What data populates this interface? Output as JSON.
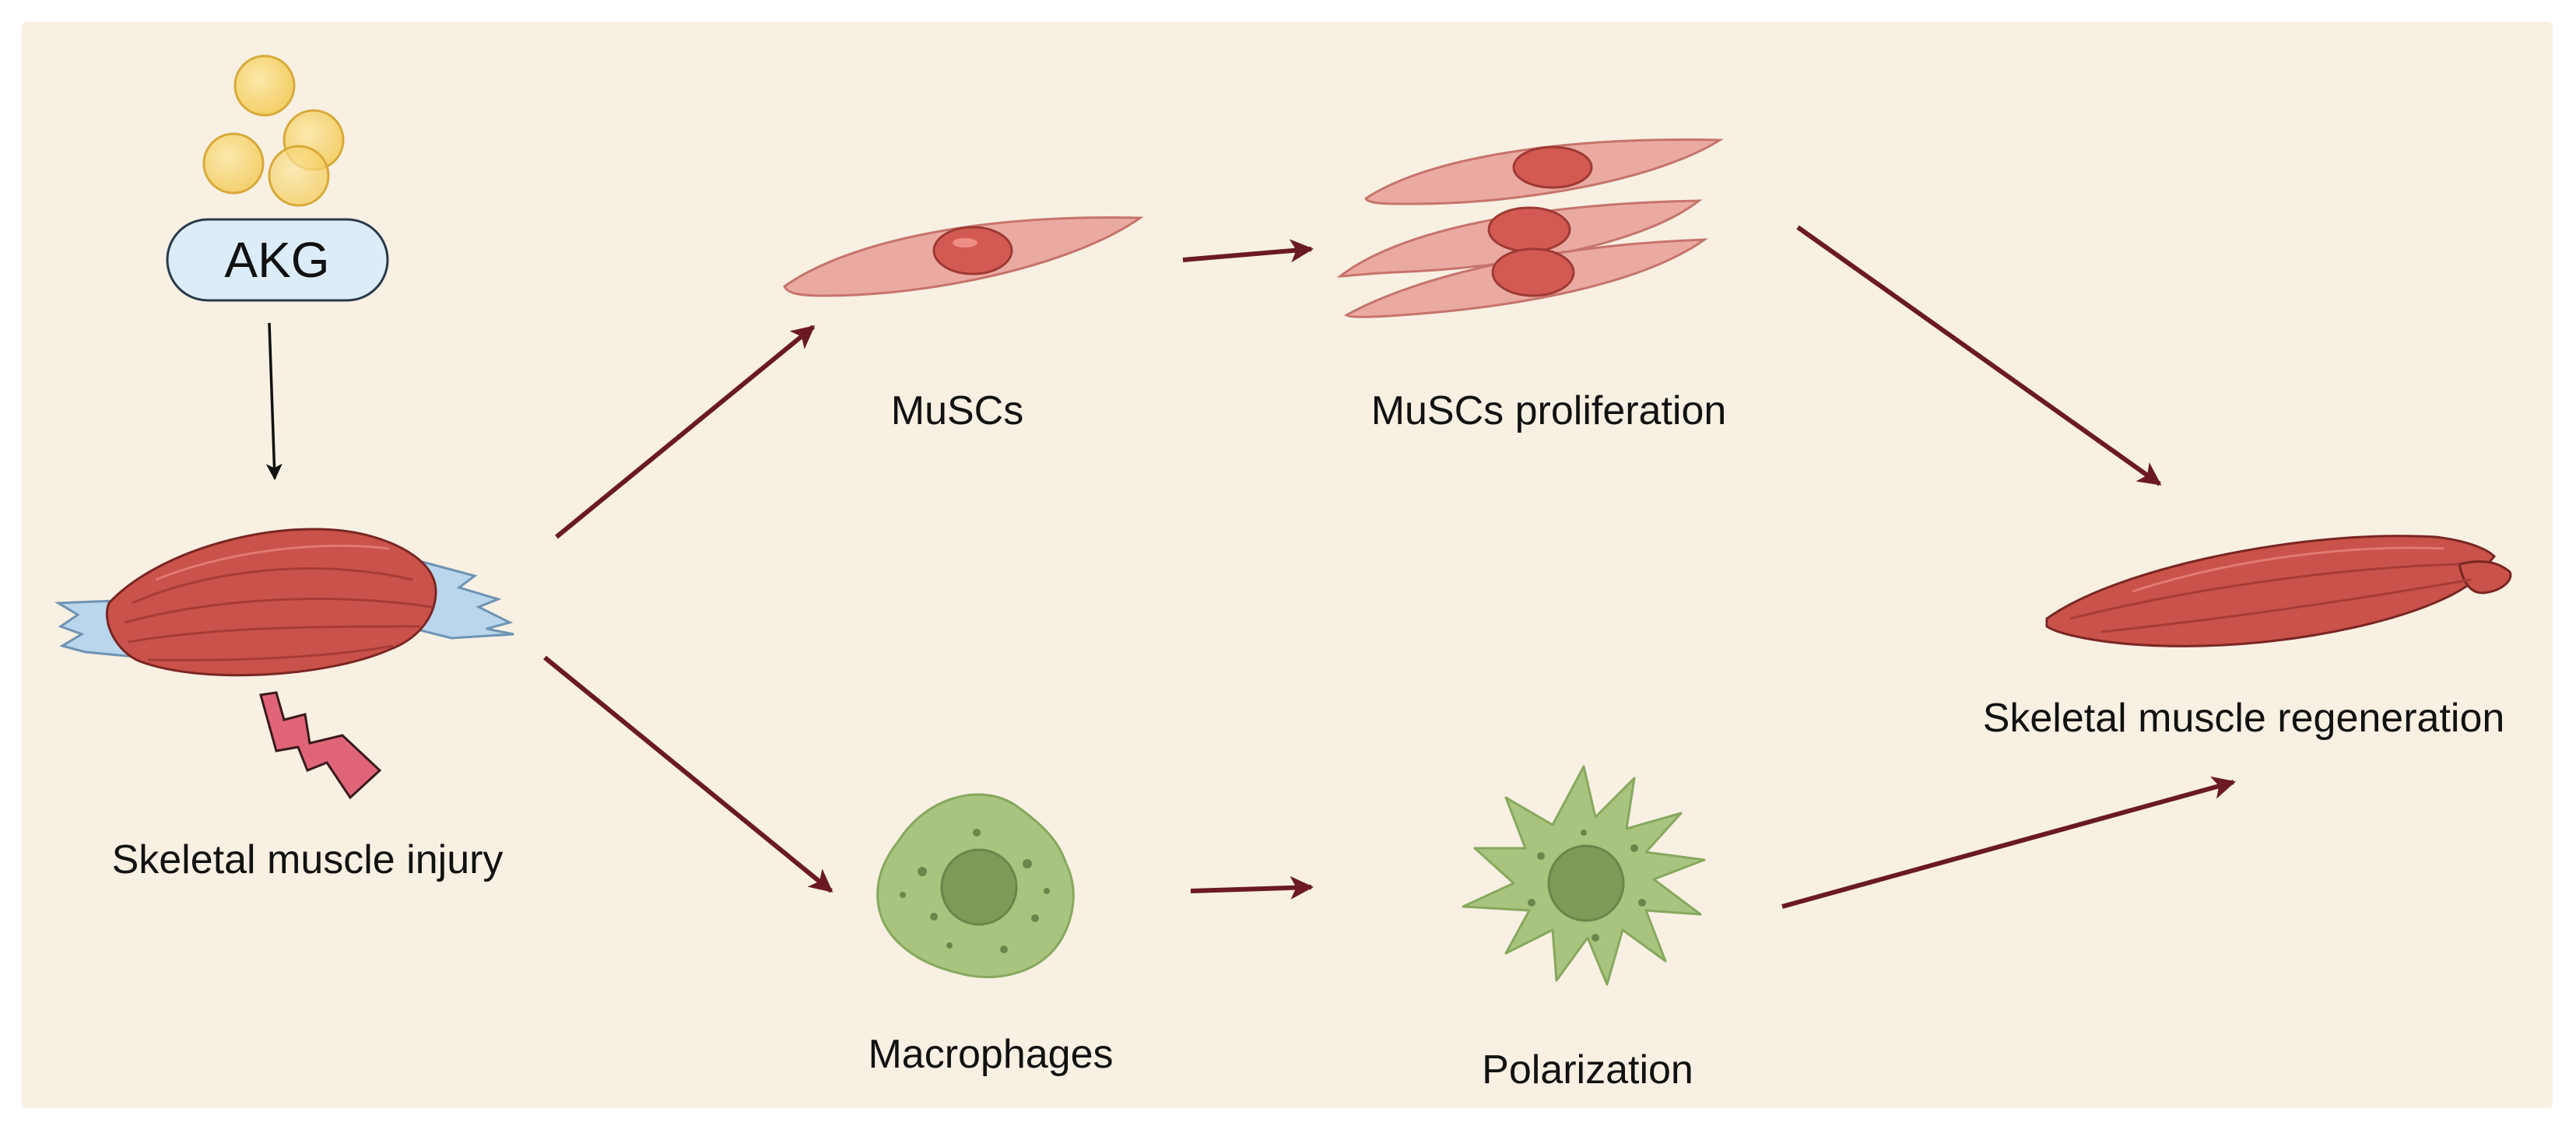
{
  "colors": {
    "background": "#f7f0e3",
    "arrow": "#6b1a22",
    "muscle": "#c9524b",
    "tendon": "#b9d6ec",
    "cell": "#eaaaa2",
    "nucleus": "#d35a52",
    "macrophage": "#a9c47f",
    "akg": "#f6d36a",
    "akg_pill": "#dcecf8"
  },
  "nodes": {
    "akg": {
      "label": "AKG",
      "icon": "akg-molecules-icon"
    },
    "injury": {
      "label": "Skeletal muscle injury",
      "icon": "injured-muscle-icon"
    },
    "muscs": {
      "label": "MuSCs",
      "icon": "muscle-stem-cell-icon"
    },
    "proliferation": {
      "label": "MuSCs proliferation",
      "icon": "proliferating-cells-icon"
    },
    "macrophages": {
      "label": "Macrophages",
      "icon": "macrophage-icon"
    },
    "polarization": {
      "label": "Polarization",
      "icon": "polarized-macrophage-icon"
    },
    "regeneration": {
      "label": "Skeletal muscle regeneration",
      "icon": "regenerated-muscle-icon"
    }
  },
  "edges": [
    {
      "from": "akg",
      "to": "injury"
    },
    {
      "from": "injury",
      "to": "muscs"
    },
    {
      "from": "injury",
      "to": "macrophages"
    },
    {
      "from": "muscs",
      "to": "proliferation"
    },
    {
      "from": "macrophages",
      "to": "polarization"
    },
    {
      "from": "proliferation",
      "to": "regeneration"
    },
    {
      "from": "polarization",
      "to": "regeneration"
    }
  ]
}
